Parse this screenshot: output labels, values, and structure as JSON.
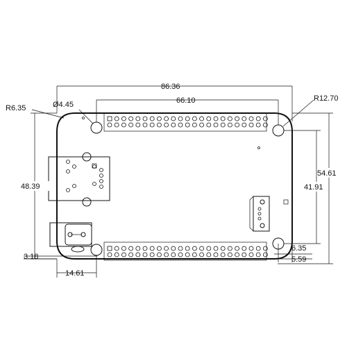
{
  "dimensions": {
    "overall_length": "86.36",
    "header_span": "66.10",
    "hole_diameter": "Ø4.45",
    "corner_radius_small": "R6.35",
    "corner_radius_large": "R12.70",
    "board_height": "48.39",
    "outer_height": "54.61",
    "hole_height": "41.91",
    "bottom_offset": "3.18",
    "connector_width": "14.61",
    "right_offset_a": "6.35",
    "right_offset_b": "5.59"
  },
  "header": {
    "columns": 23,
    "rows": 2
  }
}
